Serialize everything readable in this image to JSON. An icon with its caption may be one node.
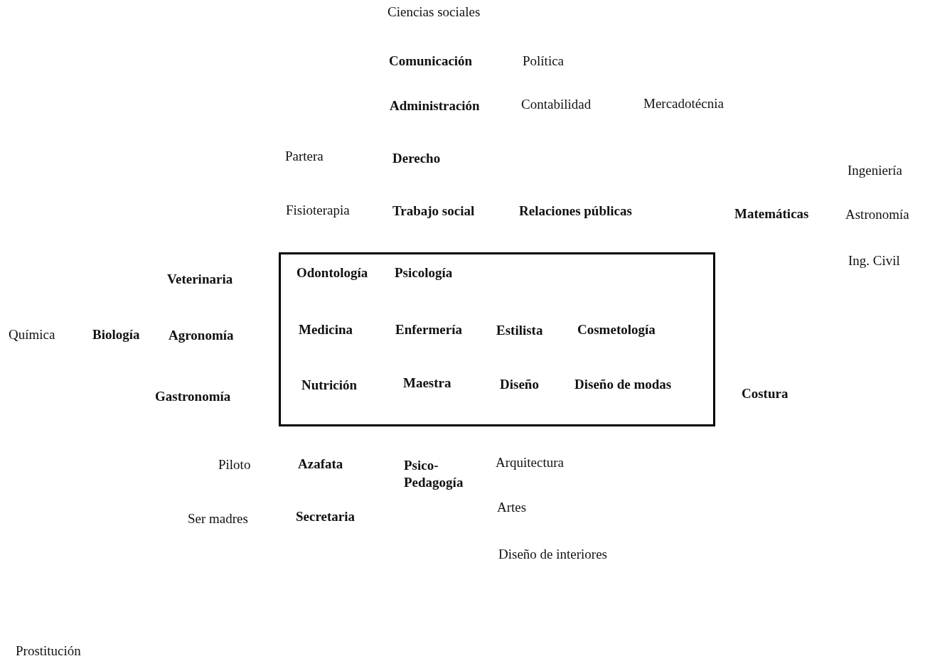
{
  "diagram": {
    "nodes": [
      {
        "text": [
          "Odontología",
          "Psicología",
          "Medicina",
          "Enfermería",
          "Estilista",
          "Cosmetología",
          "Nutrición",
          "Maestra",
          "Diseño",
          "Diseño de modas"
        ]
      }
    ],
    "labels": [
      "Ciencias sociales",
      "Comunicación",
      "Política",
      "Administración",
      "Contabilidad",
      "Mercadotécnia",
      "Partera",
      "Derecho",
      "Ingeniería",
      "Fisioterapia",
      "Trabajo social",
      "Relaciones públicas",
      "Matemáticas",
      "Astronomía",
      "Ing. Civil",
      "Veterinaria",
      "Química",
      "Biología",
      "Agronomía",
      "Gastronomía",
      "Costura",
      "Piloto",
      "Azafata",
      "Psico- Pedagogía",
      "Arquitectura",
      "Artes",
      "Ser madres",
      "Secretaria",
      "Diseño de interiores",
      "Prostitución"
    ]
  }
}
